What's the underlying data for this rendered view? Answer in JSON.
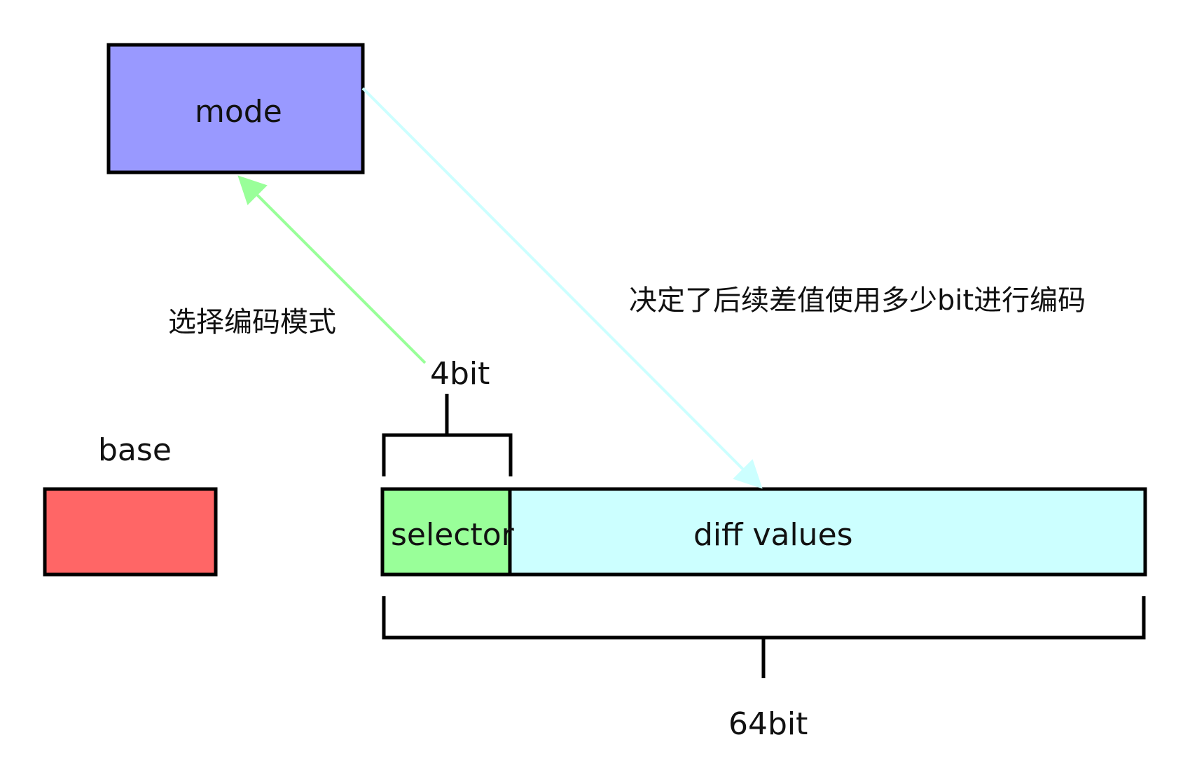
{
  "boxes": {
    "mode": {
      "label": "mode",
      "fill": "#9999ff"
    },
    "base": {
      "label": "base",
      "fill": "#ff6666"
    },
    "selector": {
      "label": "selector",
      "fill": "#99ff99"
    },
    "diff_values": {
      "label": "diff values",
      "fill": "#ccffff"
    }
  },
  "brackets": {
    "selector_width": "4bit",
    "total_width": "64bit"
  },
  "annotations": {
    "selector_to_mode": "选择编码模式",
    "mode_to_diff": "决定了后续差值使用多少bit进行编码"
  },
  "colors": {
    "stroke": "#000000",
    "selector_arrow": "#99ff99",
    "mode_arrow": "#ccffff"
  }
}
